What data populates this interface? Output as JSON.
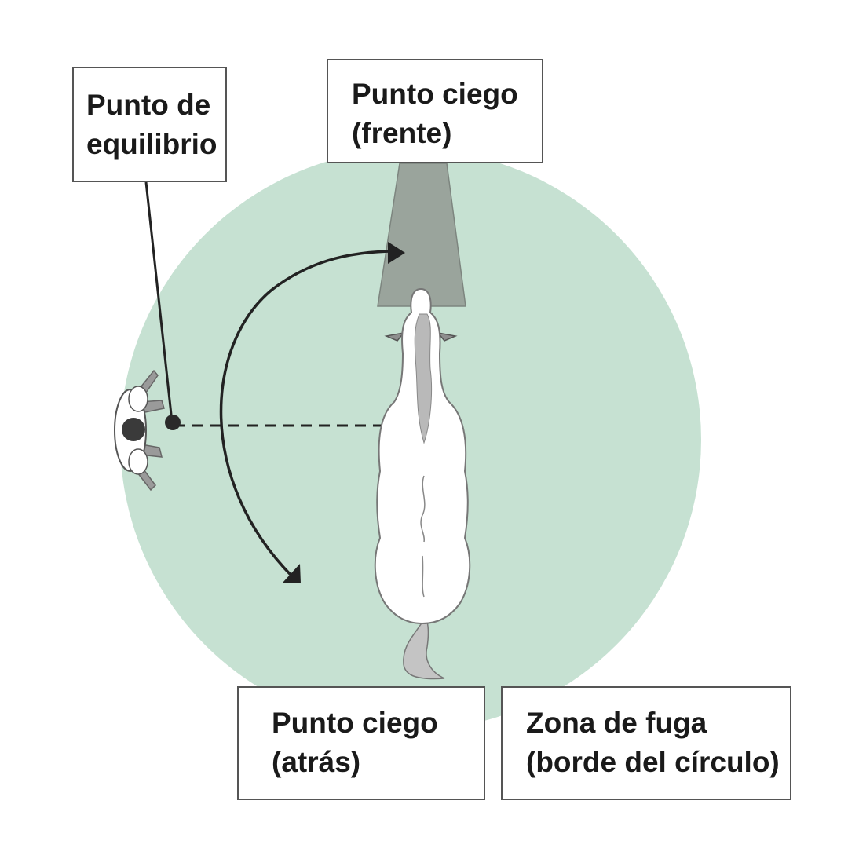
{
  "labels": {
    "balance_point": [
      "Punto de",
      "equilibrio"
    ],
    "blind_spot_front": [
      "Punto ciego",
      "(frente)"
    ],
    "blind_spot_back": [
      "Punto ciego",
      "(atrás)"
    ],
    "flight_zone": [
      "Zona de fuga",
      "(borde del círculo)"
    ]
  },
  "colors": {
    "flight_zone_circle": "#c6e1d2",
    "blind_spot_cone": "#9aa49c",
    "lines": "#222222",
    "horse_body": "#ffffff",
    "horse_mane": "#b9b9b9"
  },
  "icons": {
    "animal": "horse-top-view-icon",
    "person": "handler-top-view-icon"
  }
}
